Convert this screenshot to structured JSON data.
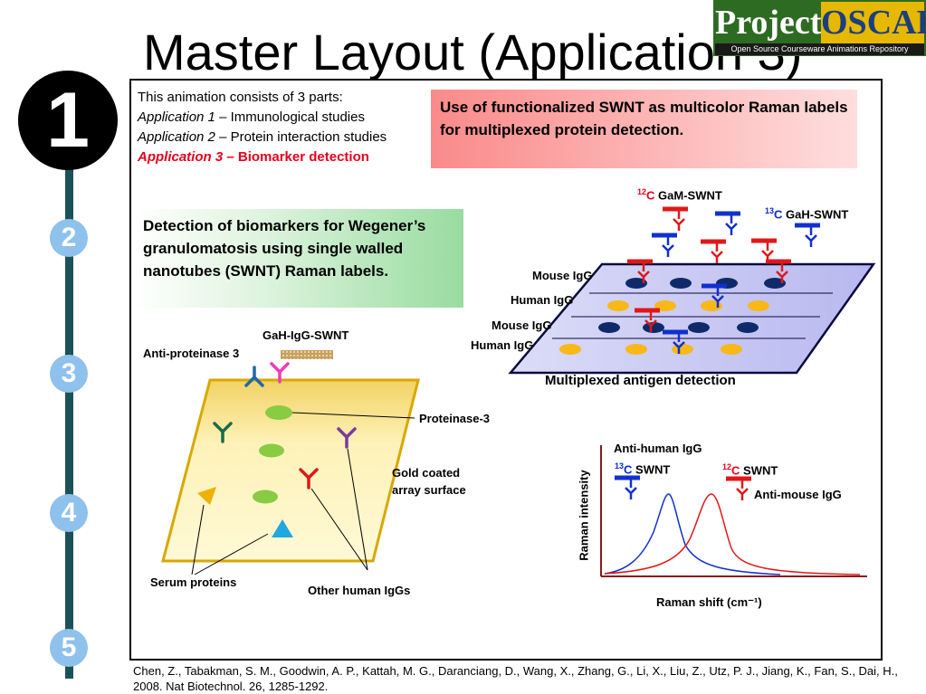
{
  "title": "Master Layout (Application 3)",
  "logo": {
    "word1": "Project",
    "word2": "OSCAR",
    "subtitle": "Open Source Courseware Animations Repository"
  },
  "steps": [
    "1",
    "2",
    "3",
    "4",
    "5"
  ],
  "parts": {
    "intro": "This animation consists of 3 parts:",
    "part1_name": "Application 1",
    "part1_desc": " – Immunological studies",
    "part2_name": "Application 2",
    "part2_desc": " – Protein interaction studies",
    "part3_name": "Application 3",
    "part3_desc": " – Biomarker detection"
  },
  "summary": "Use of functionalized SWNT as multicolor Raman labels for multiplexed protein detection.",
  "detection_box": "Detection of biomarkers for Wegener’s granulomatosis using single walled nanotubes (SWNT) Raman labels.",
  "array_panel": {
    "gah_igg_swnt": "GaH-IgG-SWNT",
    "anti_proteinase": "Anti-proteinase 3",
    "proteinase": "Proteinase-3",
    "gold_surface": "Gold coated array surface",
    "serum_proteins": "Serum proteins",
    "other_iggs": "Other human IgGs"
  },
  "multiplex_panel": {
    "gam_mass": "12",
    "gam_c": "C",
    "gam_label": " GaM-SWNT",
    "gah_mass": "13",
    "gah_c": "C",
    "gah_label": " GaH-SWNT",
    "rows": [
      "Mouse IgG",
      "Human IgG",
      "Mouse IgG",
      "Human IgG"
    ],
    "caption": "Multiplexed antigen detection"
  },
  "raman_panel": {
    "anti_human": "Anti-human IgG",
    "c13_mass": "13",
    "c13_c": "C",
    "c13_label": " SWNT",
    "c12_mass": "12",
    "c12_c": "C",
    "c12_label": " SWNT",
    "anti_mouse": "Anti-mouse IgG",
    "ylabel": "Raman intensity",
    "xlabel": "Raman shift (cm⁻¹)"
  },
  "colors": {
    "label_red": "#e8001c",
    "label_blue": "#0a2ad1",
    "rail": "#1d5158",
    "step_circle": "#8ec1ec"
  },
  "citation": "Chen, Z., Tabakman, S. M., Goodwin, A. P., Kattah, M. G., Daranciang, D., Wang, X., Zhang, G., Li, X., Liu, Z., Utz, P. J., Jiang, K., Fan, S., Dai, H., 2008. Nat Biotechnol. 26, 1285-1292."
}
